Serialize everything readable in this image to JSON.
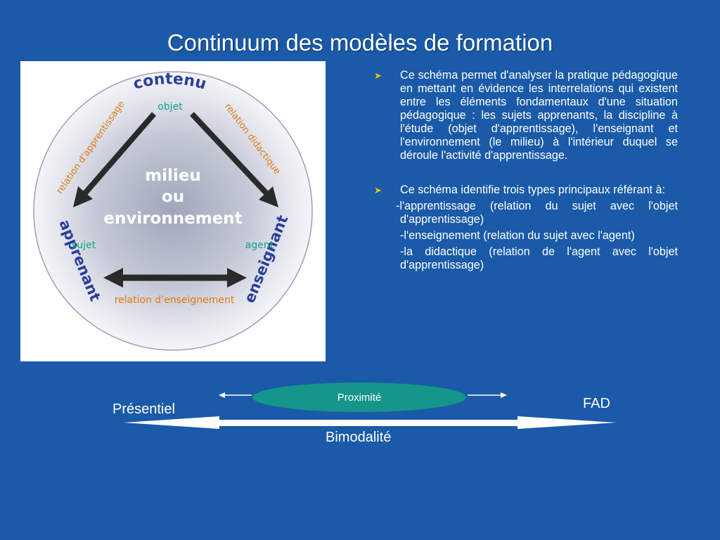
{
  "title": "Continuum des modèles de formation",
  "diagram": {
    "top_label": "contenu",
    "left_label": "apprenant",
    "right_label": "enseignant",
    "center_line1": "milieu",
    "center_line2": "ou",
    "center_line3": "environnement",
    "objet": "objet",
    "sujet": "sujet",
    "agent": "agent",
    "rel_apprentissage": "relation d'apprentissage",
    "rel_didactique": "relation didactique",
    "rel_enseignement": "relation d'enseignement",
    "colors": {
      "blue_text": "#2a3e9c",
      "teal_text": "#14a08a",
      "orange_text": "#e07a10",
      "arrow": "#2a2a2a"
    }
  },
  "bullets": [
    {
      "text": "Ce schéma permet d'analyser la pratique pédagogique en mettant en évidence les interrelations qui existent entre les éléments fondamentaux d'une situation pédagogique : les sujets apprenants, la discipline à l'étude (objet d'apprentissage), l'enseignant et l'environnement (le milieu) à l'intérieur duquel se déroule l'activité d'apprentissage."
    },
    {
      "text": "Ce schéma identifie trois types principaux référant à:"
    }
  ],
  "sub_items": [
    "-l'apprentissage (relation du sujet avec l'objet d'apprentissage)",
    "-l'enseignement (relation du sujet avec l'agent)",
    "-la didactique (relation de l'agent avec l'objet d'apprentissage)"
  ],
  "continuum": {
    "left": "Présentiel",
    "right": "FAD",
    "middle_oval": "Proximité",
    "bottom": "Bimodalité",
    "oval_color": "#16958a"
  }
}
